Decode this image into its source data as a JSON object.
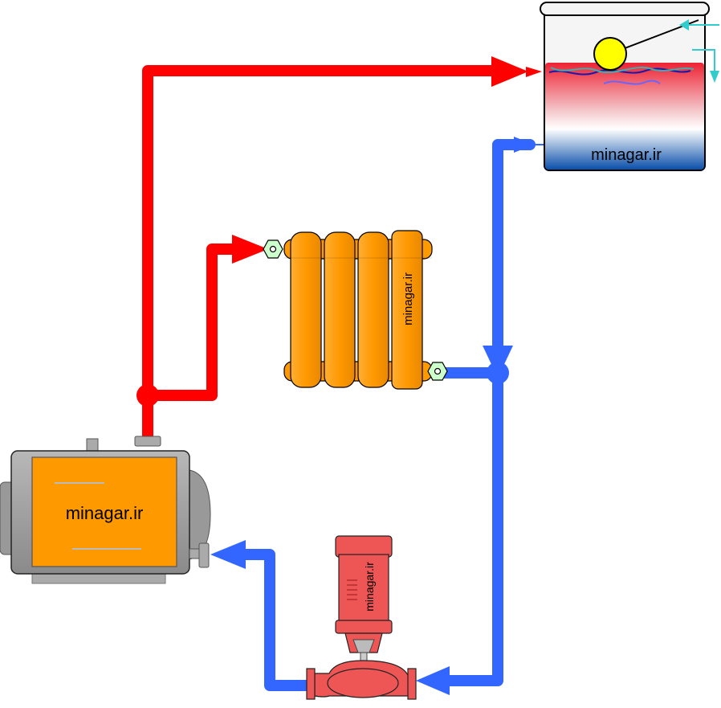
{
  "labels": {
    "tank": "minagar.ir",
    "radiator": "minagar.ir",
    "boiler": "minagar.ir",
    "pump": "minagar.ir"
  },
  "colors": {
    "hot_pipe": "#ff0000",
    "cold_pipe": "#3366ff",
    "radiator_body": "#ff9900",
    "boiler_body": "#ff9900",
    "pump_body": "#ee5555",
    "valve": "#ccffcc",
    "float_ball": "#ffff00",
    "make_up_water": "#33cccc"
  }
}
